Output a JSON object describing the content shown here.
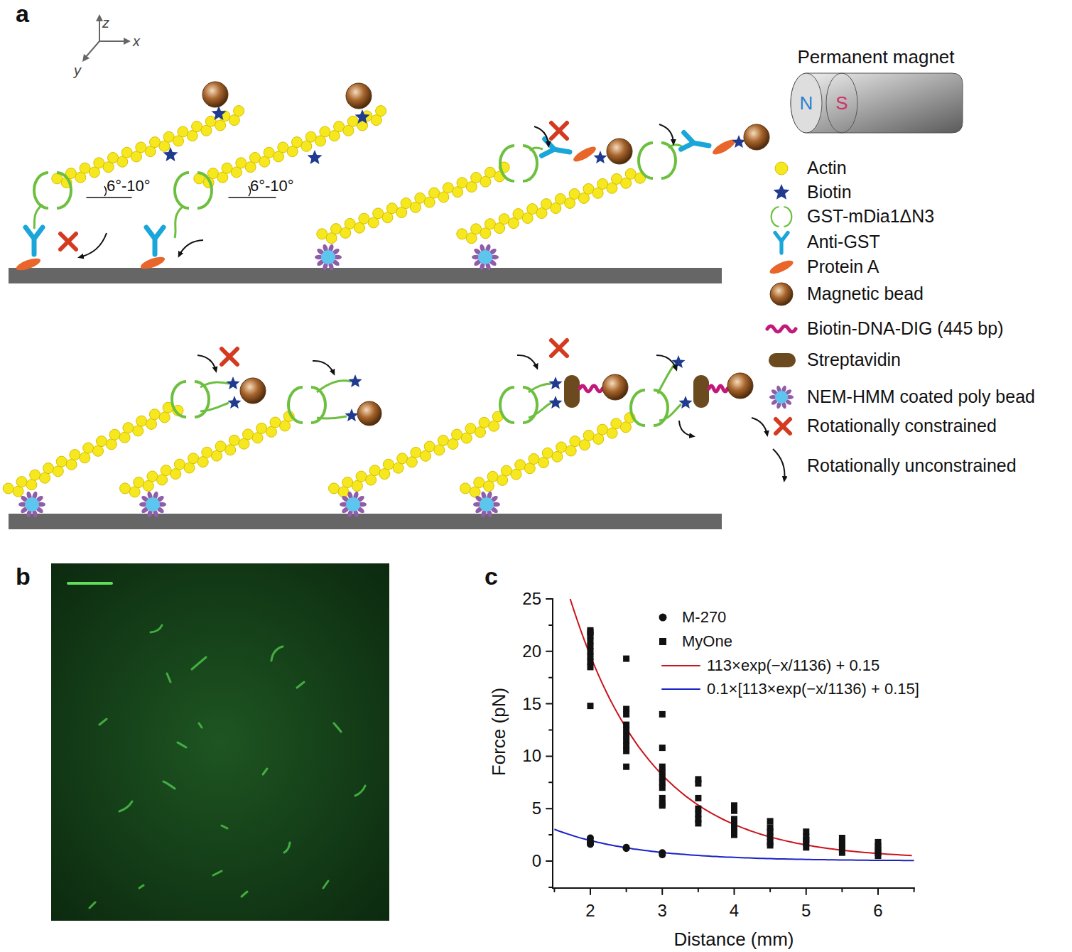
{
  "diagram": {
    "nodes": [
      {
        "text": [
          "Permanent magnet",
          "N",
          "S"
        ]
      }
    ],
    "labels": [
      "a",
      "z",
      "x",
      "y",
      "6°-10°",
      "6°-10°",
      "b",
      "c",
      "25",
      "20",
      "15",
      "10",
      "5",
      "0",
      "2",
      "3",
      "4",
      "5",
      "6",
      "Force (pN)",
      "Distance (mm)"
    ],
    "legend": [
      {
        "text": "Actin"
      },
      {
        "text": "Biotin"
      },
      {
        "text": "GST-mDia1ΔN3"
      },
      {
        "text": "Anti-GST"
      },
      {
        "text": "Protein A"
      },
      {
        "text": "Magnetic bead"
      },
      {
        "text": "Biotin-DNA-DIG (445 bp)"
      },
      {
        "text": "Streptavidin"
      },
      {
        "text": "NEM-HMM coated poly bead"
      },
      {
        "text": "Rotationally constrained"
      },
      {
        "text": "Rotationally unconstrained"
      },
      {
        "text": "M-270"
      },
      {
        "text": "MyOne"
      },
      {
        "text": "113×exp(−x/1136) + 0.15"
      },
      {
        "text": "0.1×[113×exp(−x/1136) + 0.15]"
      }
    ]
  }
}
